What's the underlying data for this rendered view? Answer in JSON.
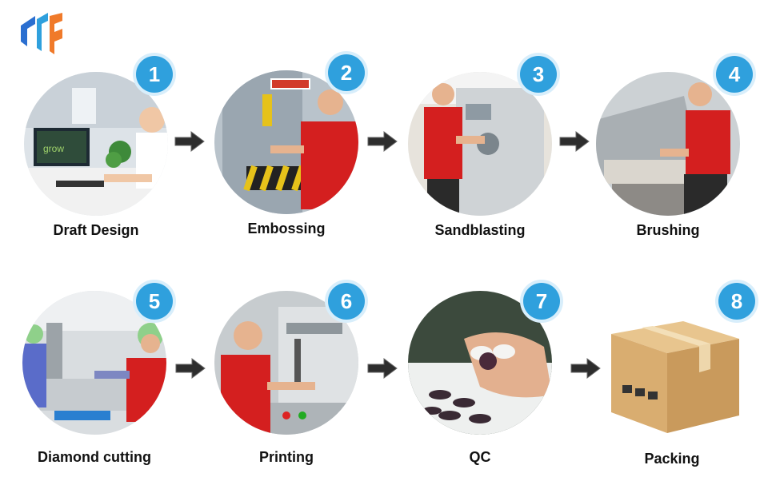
{
  "brand": {
    "logo_icon": "company-logo-icon"
  },
  "accent_color": "#2fa0dd",
  "steps": [
    {
      "number": "1",
      "label": "Draft Design"
    },
    {
      "number": "2",
      "label": "Embossing"
    },
    {
      "number": "3",
      "label": "Sandblasting"
    },
    {
      "number": "4",
      "label": "Brushing"
    },
    {
      "number": "5",
      "label": "Diamond cutting"
    },
    {
      "number": "6",
      "label": "Printing"
    },
    {
      "number": "7",
      "label": "QC"
    },
    {
      "number": "8",
      "label": "Packing"
    }
  ],
  "monitor_text": "grow"
}
